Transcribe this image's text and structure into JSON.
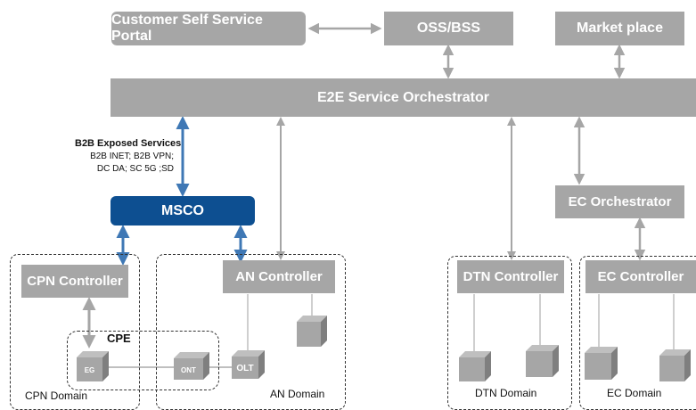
{
  "top": {
    "portal": "Customer Self Service Portal",
    "oss": "OSS/BSS",
    "market": "Market place"
  },
  "orchestrator": "E2E Service Orchestrator",
  "b2b": {
    "title": "B2B  Exposed Services",
    "line1": "B2B INET; B2B VPN;",
    "line2": "DC DA; SC 5G ;SD"
  },
  "msco": "MSCO",
  "ec_orchestrator": "EC Orchestrator",
  "controllers": {
    "cpn": "CPN Controller",
    "an": "AN Controller",
    "dtn": "DTN Controller",
    "ec": "EC Controller"
  },
  "cpe_label": "CPE",
  "devices": {
    "eg": "EG",
    "ont": "ONT",
    "olt": "OLT"
  },
  "domains": {
    "cpn": "CPN Domain",
    "an": "AN Domain",
    "dtn": "DTN Domain",
    "ec": "EC Domain"
  },
  "colors": {
    "box_gray": "#a6a6a6",
    "msco_blue": "#0d4f91",
    "arrow_gray": "#a6a6a6",
    "arrow_blue": "#3f78b5",
    "text_white": "#ffffff"
  }
}
